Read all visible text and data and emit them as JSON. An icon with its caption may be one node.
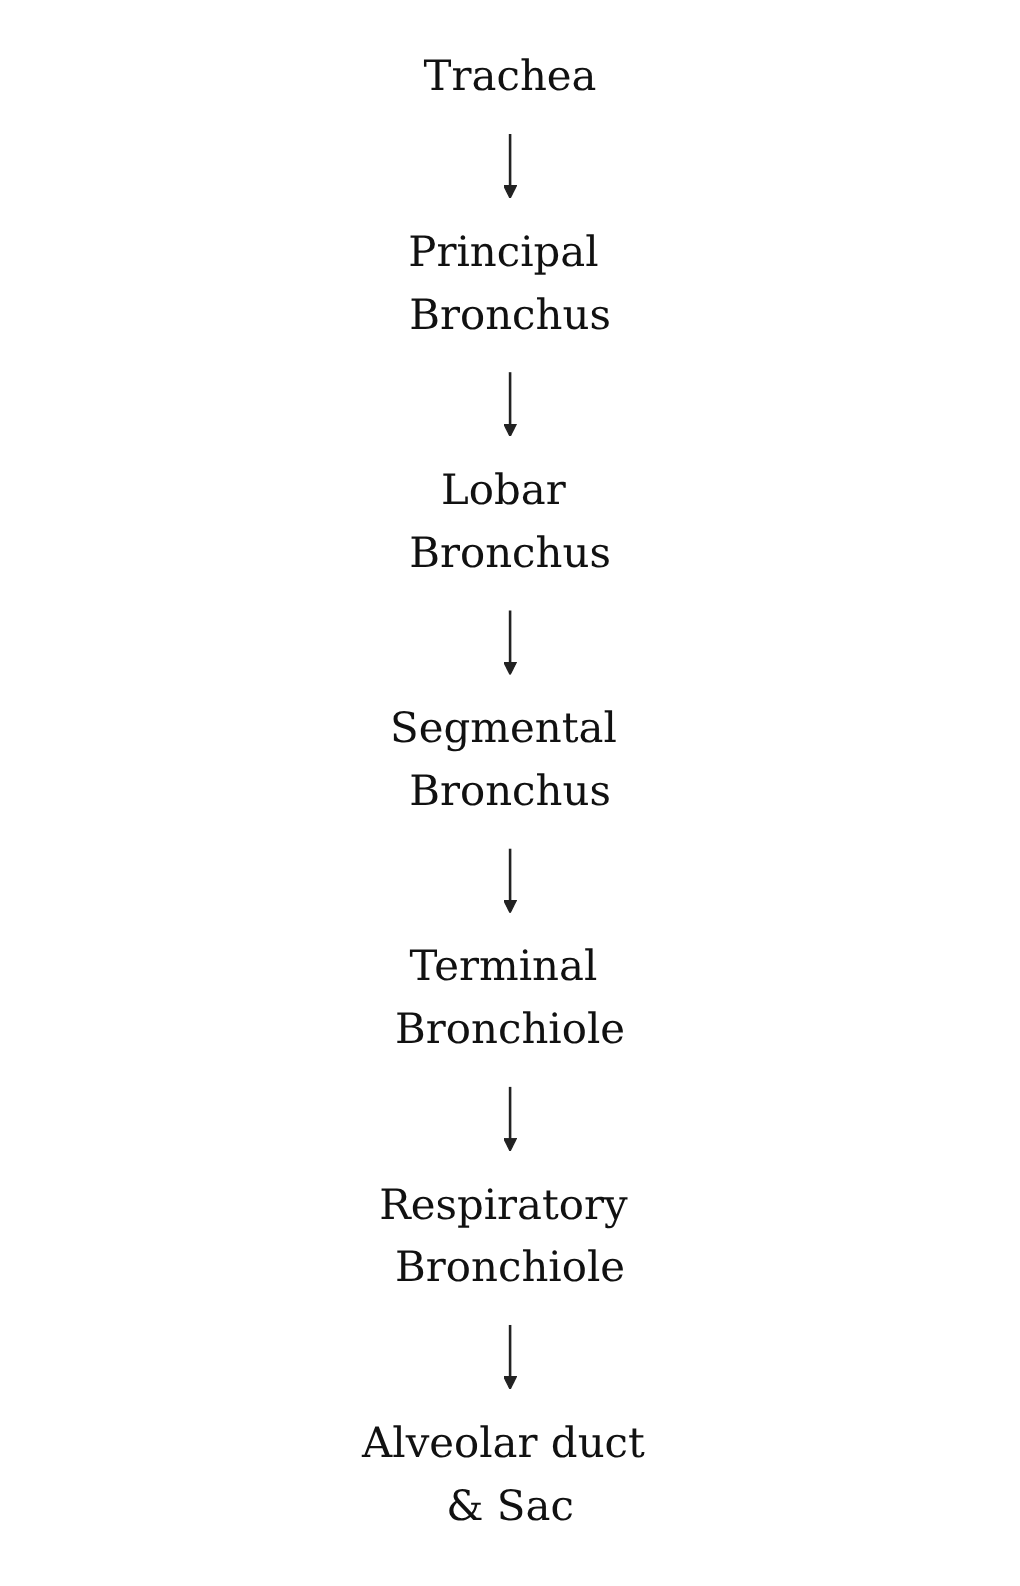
{
  "diagram": {
    "nodes": [
      {
        "text": [
          "Trachea"
        ]
      },
      {
        "text": [
          "Principal Bronchus"
        ]
      },
      {
        "text": [
          "Lobar Bronchus"
        ]
      },
      {
        "text": [
          "Segmental Bronchus"
        ]
      },
      {
        "text": [
          "Terminal Bronchiole"
        ]
      },
      {
        "text": [
          "Respiratory Bronchiole"
        ]
      },
      {
        "text": [
          "Alveolar duct & Sac"
        ]
      }
    ],
    "edges": [
      {
        "from": 0,
        "to": 1,
        "arrow": "to"
      },
      {
        "from": 1,
        "to": 2,
        "arrow": "to"
      },
      {
        "from": 2,
        "to": 3,
        "arrow": "to"
      },
      {
        "from": 3,
        "to": 4,
        "arrow": "to"
      },
      {
        "from": 4,
        "to": 5,
        "arrow": "to"
      },
      {
        "from": 5,
        "to": 6,
        "arrow": "to"
      }
    ]
  }
}
